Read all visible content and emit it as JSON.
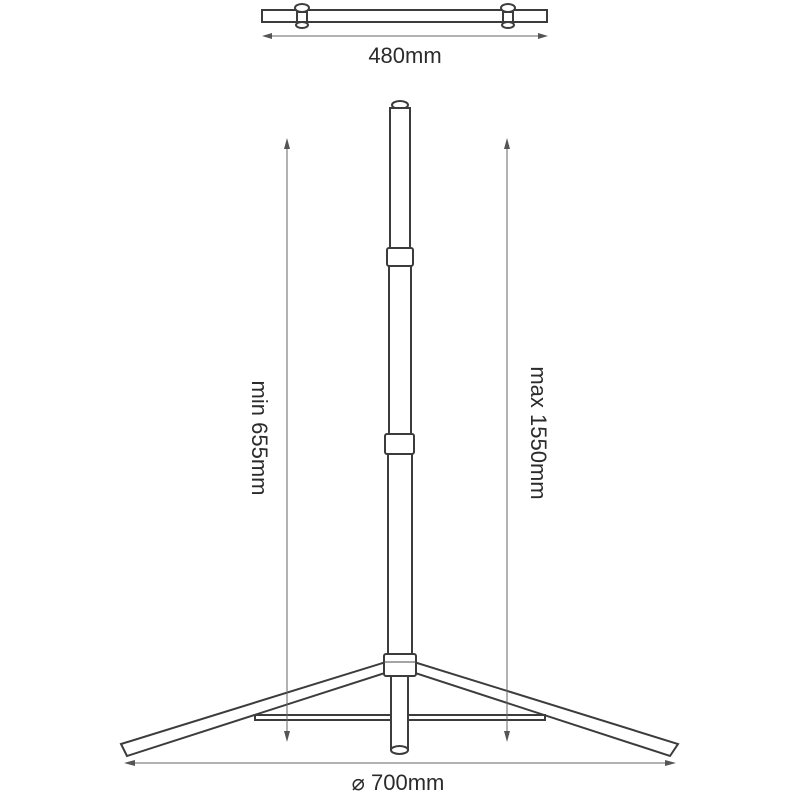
{
  "labels": {
    "bracket_width": "480mm",
    "min_height": "min 655mm",
    "max_height": "max 1550mm",
    "base_diameter": "⌀ 700mm"
  }
}
